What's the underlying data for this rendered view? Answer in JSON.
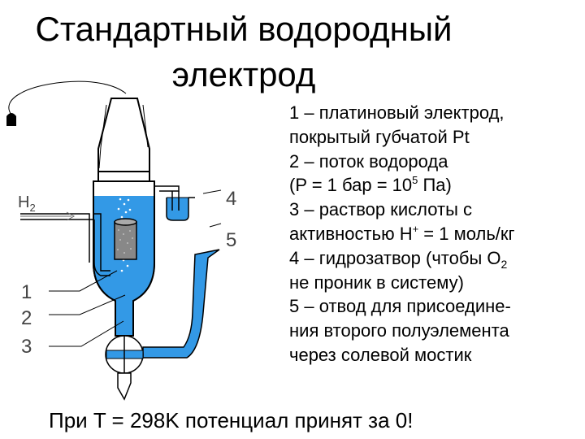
{
  "title": {
    "line1": "Стандартный водородный",
    "line2": "электрод"
  },
  "diagram": {
    "gas_label": {
      "main": "H",
      "sub": "2"
    },
    "callouts": {
      "c1": "1",
      "c2": "2",
      "c3": "3",
      "c4": "4",
      "c5": "5"
    },
    "colors": {
      "solution": "#3399e6",
      "platinum": "#888888",
      "outline": "#000000"
    },
    "icons": [
      "wire-plug-icon",
      "arrow-icon"
    ]
  },
  "legend": {
    "item1": {
      "line1": "1 – платиновый электрод,",
      "line2": "покрытый губчатой Pt"
    },
    "item2": {
      "line1": "2 – поток водорода",
      "line2_pre": "(P = 1 бар = 10",
      "line2_sup": "5",
      "line2_post": " Па)"
    },
    "item3": {
      "line1": "3 – раствор кислоты с",
      "line2_pre": "активностью H",
      "line2_sup": "+",
      "line2_post": " = 1 моль/кг"
    },
    "item4": {
      "line1_pre": "4 – гидрозатвор (чтобы O",
      "line1_sub": "2",
      "line2": "не проник в систему)"
    },
    "item5": {
      "line1": "5 – отвод для присоедине-",
      "line2": "ния второго полуэлемента",
      "line3": "через солевой мостик"
    }
  },
  "footer": "При T = 298K потенциал принят за 0!"
}
